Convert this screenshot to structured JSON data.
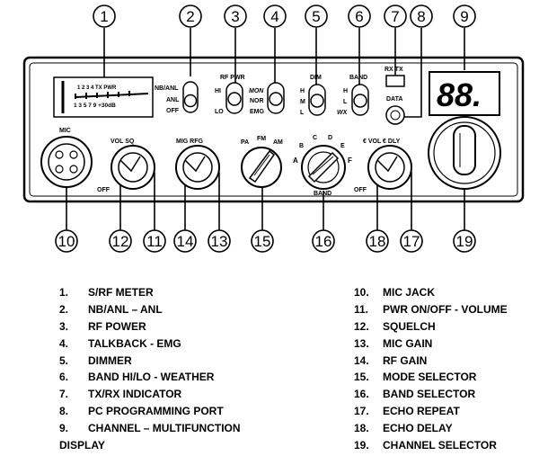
{
  "callouts": [
    "1",
    "2",
    "3",
    "4",
    "5",
    "6",
    "7",
    "8",
    "9",
    "10",
    "11",
    "12",
    "13",
    "14",
    "15",
    "16",
    "17",
    "18",
    "19"
  ],
  "panel": {
    "nb_anl": "NB/ANL",
    "anl": "ANL",
    "off": "OFF",
    "rf_pwr": "RF PWR",
    "hi": "HI",
    "lo": "LO",
    "mon": "MON",
    "nor": "NOR",
    "emg": "EMG",
    "dim": "DIM",
    "h": "H",
    "m": "M",
    "l": "L",
    "band": "BAND",
    "wx": "WX",
    "rx_tx": "RX TX",
    "data": "DATA",
    "display": "88.",
    "mic": "MIC",
    "vol_sq": "VOL  SQ",
    "mic_rfg": "MIG  RFG",
    "pa": "PA",
    "fm": "FM",
    "am": "AM",
    "band_a": "A",
    "band_b": "B",
    "band_c": "C",
    "band_d": "D",
    "band_e": "E",
    "band_f": "F",
    "echo": "€ VOL  € DLY",
    "meter_top": "1   3   5   7   9  +30dB",
    "meter_bottom": "1      2      3      4   TX  PWR"
  },
  "legend_left": [
    {
      "num": "1.",
      "text": "S/RF METER"
    },
    {
      "num": "2.",
      "text": "NB/ANL – ANL"
    },
    {
      "num": "3.",
      "text": "RF POWER"
    },
    {
      "num": "4.",
      "text": "TALKBACK - EMG"
    },
    {
      "num": "5.",
      "text": "DIMMER"
    },
    {
      "num": "6.",
      "text": "BAND HI/LO - WEATHER"
    },
    {
      "num": "7.",
      "text": "TX/RX INDICATOR"
    },
    {
      "num": "8.",
      "text": "PC PROGRAMMING PORT"
    },
    {
      "num": "9.",
      "text": "CHANNEL – MULTIFUNCTION"
    },
    {
      "num": "",
      "text": "DISPLAY"
    }
  ],
  "legend_right": [
    {
      "num": "10.",
      "text": "MIC JACK"
    },
    {
      "num": "11.",
      "text": "PWR ON/OFF - VOLUME"
    },
    {
      "num": "12.",
      "text": "SQUELCH"
    },
    {
      "num": "13.",
      "text": "MIC GAIN"
    },
    {
      "num": "14.",
      "text": "RF GAIN"
    },
    {
      "num": "15.",
      "text": "MODE SELECTOR"
    },
    {
      "num": "16.",
      "text": "BAND SELECTOR"
    },
    {
      "num": "17.",
      "text": "ECHO REPEAT"
    },
    {
      "num": "18.",
      "text": "ECHO DELAY"
    },
    {
      "num": "19.",
      "text": "CHANNEL SELECTOR"
    }
  ]
}
